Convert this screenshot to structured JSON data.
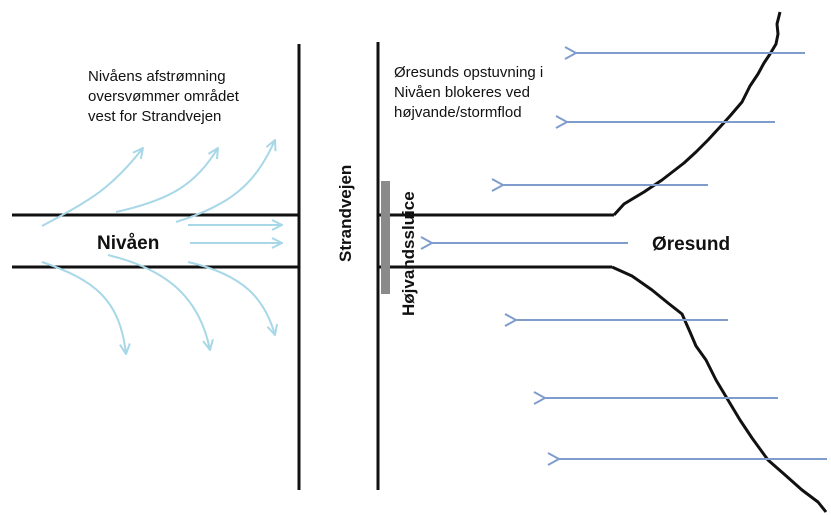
{
  "annotations": {
    "west_note": [
      "Nivåens afstrømning",
      "oversvømmer området",
      "vest for Strandvejen"
    ],
    "east_note": [
      "Øresunds opstuvning i",
      "Nivåen blokeres ved",
      "højvande/stormflod"
    ]
  },
  "labels": {
    "river": "Nivåen",
    "road": "Strandvejen",
    "sluice": "Højvandssluice",
    "sea": "Øresund"
  },
  "colors": {
    "outflow_arrows": "#a8d8e8",
    "sea_arrows": "#7f9ccc",
    "lines": "#111111",
    "sluice_bar": "#8a8a8a"
  }
}
